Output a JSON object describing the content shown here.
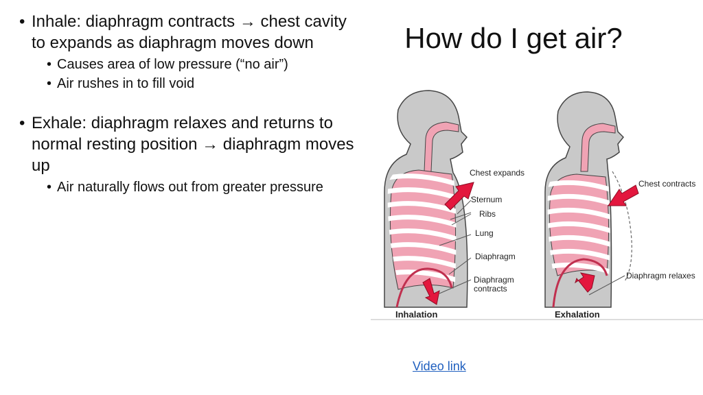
{
  "slide": {
    "title": "How do I get air?",
    "bullets": {
      "inhale": {
        "before_arrow": "Inhale: diaphragm contracts ",
        "arrow": "→",
        "after_arrow": " chest cavity to expands as diaphragm moves down",
        "sub": [
          "Causes area of low pressure (“no air”)",
          "Air rushes in to fill void"
        ]
      },
      "exhale": {
        "before_arrow": "Exhale: diaphragm relaxes and returns to normal resting position ",
        "arrow": "→",
        "after_arrow": " diaphragm moves up",
        "sub": [
          "Air naturally flows out from greater pressure"
        ]
      }
    },
    "video_link": "Video link"
  },
  "figure": {
    "labels": {
      "chest_expands": "Chest expands",
      "sternum": "Sternum",
      "ribs": "Ribs",
      "lung": "Lung",
      "diaphragm": "Diaphragm",
      "diaphragm_contracts_1": "Diaphragm",
      "diaphragm_contracts_2": "contracts",
      "chest_contracts": "Chest contracts",
      "diaphragm_relaxes": "Diaphragm relaxes",
      "inhalation": "Inhalation",
      "exhalation": "Exhalation"
    },
    "colors": {
      "body": "#c9c9c9",
      "lung": "#f0a3b4",
      "arrow": "#e3173e",
      "outline": "#444444"
    }
  }
}
